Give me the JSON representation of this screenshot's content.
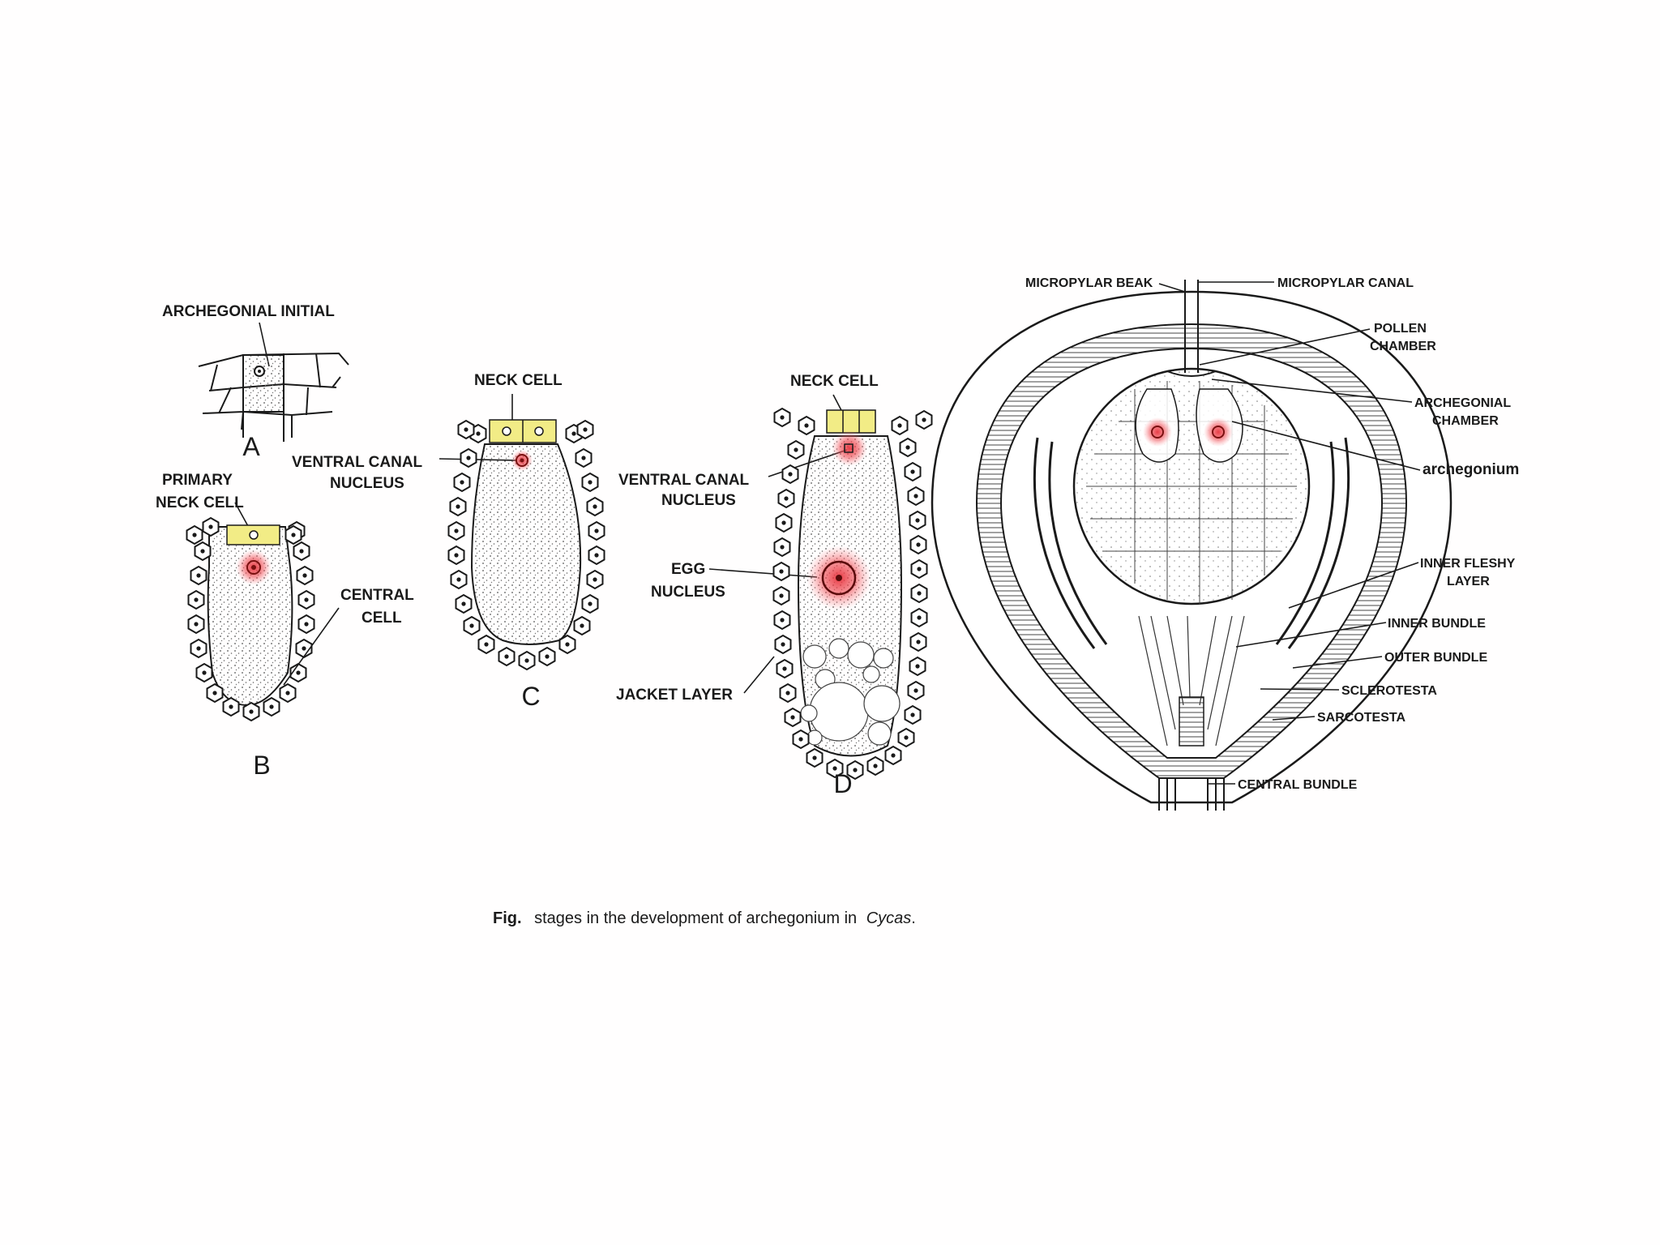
{
  "figure": {
    "caption_prefix": "Fig.",
    "caption_text": "stages in the development of archegonium in",
    "caption_genus": "Cycas",
    "caption_end": "."
  },
  "stage_a": {
    "letter": "A",
    "label_initial": "ARCHEGONIAL INITIAL"
  },
  "stage_b": {
    "letter": "B",
    "label_primary_1": "PRIMARY",
    "label_primary_2": "NECK CELL",
    "label_central_1": "CENTRAL",
    "label_central_2": "CELL"
  },
  "stage_c": {
    "letter": "C",
    "label_neck": "NECK CELL",
    "label_ventral_1": "VENTRAL CANAL",
    "label_ventral_2": "NUCLEUS"
  },
  "stage_d": {
    "letter": "D",
    "label_neck": "NECK CELL",
    "label_ventral_1": "VENTRAL CANAL",
    "label_ventral_2": "NUCLEUS",
    "label_egg_1": "EGG",
    "label_egg_2": "NUCLEUS",
    "label_jacket": "JACKET LAYER"
  },
  "ovule": {
    "micropylar_beak": "MICROPYLAR BEAK",
    "micropylar_canal": "MICROPYLAR CANAL",
    "pollen_1": "POLLEN",
    "pollen_2": "CHAMBER",
    "arch_chamber_1": "ARCHEGONIAL",
    "arch_chamber_2": "CHAMBER",
    "archegonium": "archegonium",
    "inner_fleshy_1": "INNER FLESHY",
    "inner_fleshy_2": "LAYER",
    "inner_bundle": "INNER BUNDLE",
    "outer_bundle": "OUTER BUNDLE",
    "sclerotesta": "SCLEROTESTA",
    "sarcotesta": "SARCOTESTA",
    "central_bundle": "CENTRAL BUNDLE"
  },
  "colors": {
    "neck_highlight": "#f2ec86",
    "nucleus_highlight": "#ef4a52",
    "stipple": "#555555"
  }
}
